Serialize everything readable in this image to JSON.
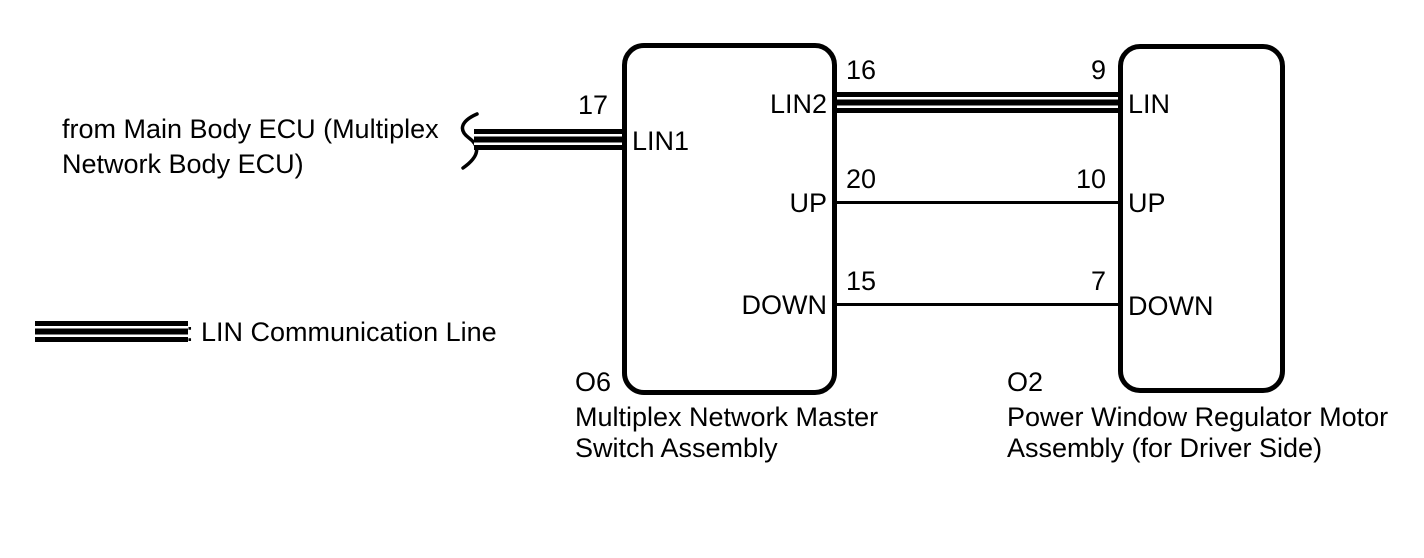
{
  "colors": {
    "ink": "#000000",
    "background": "#ffffff"
  },
  "source_note": {
    "line1": "from Main Body ECU (Multiplex",
    "line2": "Network Body ECU)"
  },
  "legend": {
    "symbol": "lin-communication-line-band",
    "label": ": LIN Communication Line"
  },
  "components": {
    "master_switch": {
      "code": "O6",
      "name_line1": "Multiplex Network Master",
      "name_line2": "Switch Assembly",
      "pins": {
        "lin1": {
          "number": "17",
          "label": "LIN1"
        },
        "lin2": {
          "number": "16",
          "label": "LIN2"
        },
        "up": {
          "number": "20",
          "label": "UP"
        },
        "down": {
          "number": "15",
          "label": "DOWN"
        }
      }
    },
    "regulator_motor": {
      "code": "O2",
      "name_line1": "Power Window Regulator Motor",
      "name_line2": "Assembly (for Driver Side)",
      "pins": {
        "lin": {
          "number": "9",
          "label": "LIN"
        },
        "up": {
          "number": "10",
          "label": "UP"
        },
        "down": {
          "number": "7",
          "label": "DOWN"
        }
      }
    }
  },
  "connections": [
    {
      "type": "lin",
      "from": "Main Body ECU",
      "to": "O6 pin 17 LIN1"
    },
    {
      "type": "lin",
      "from": "O6 pin 16 LIN2",
      "to": "O2 pin 9 LIN"
    },
    {
      "type": "wire",
      "from": "O6 pin 20 UP",
      "to": "O2 pin 10 UP"
    },
    {
      "type": "wire",
      "from": "O6 pin 15 DOWN",
      "to": "O2 pin 7 DOWN"
    }
  ]
}
